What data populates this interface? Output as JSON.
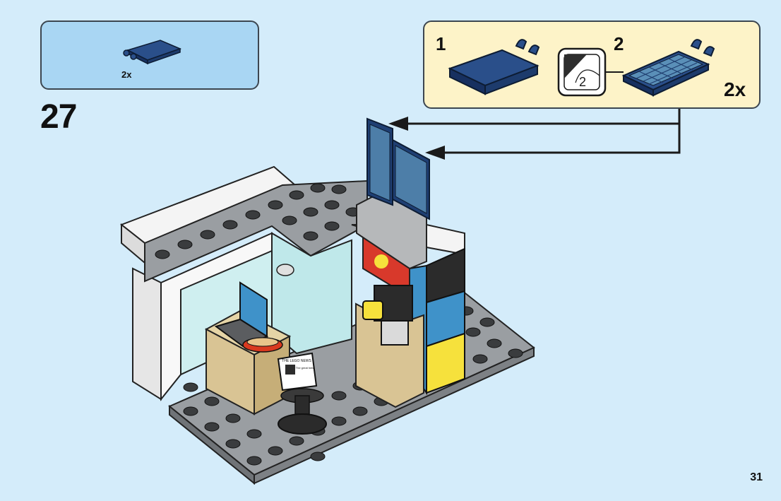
{
  "parts_callout": {
    "count": "2x",
    "part_icon": "flag-tile-dark-blue"
  },
  "step": {
    "number": "27"
  },
  "sub_assembly": {
    "step1_label": "1",
    "step2_label": "2",
    "sticker_number": "2",
    "count": "2x",
    "icons": [
      "flag-tile-icon",
      "sticker-icon",
      "solar-panel-icon"
    ]
  },
  "newspaper": {
    "masthead": "THE LEGO NEWS",
    "headline": "The great heist"
  },
  "page": {
    "number": "31"
  },
  "colors": {
    "background": "#d4ecfa",
    "parts_box": "#a9d6f3",
    "sub_box": "#fdf3c8",
    "dark_blue": "#1f3f73",
    "baseplate": "#9a9ea2",
    "tan": "#d9c494",
    "white_brick": "#f4f4f4",
    "trans_light_blue": "#cfeff0",
    "medium_blue": "#3f92c9",
    "yellow": "#f6e13c",
    "black": "#2b2b2b"
  }
}
